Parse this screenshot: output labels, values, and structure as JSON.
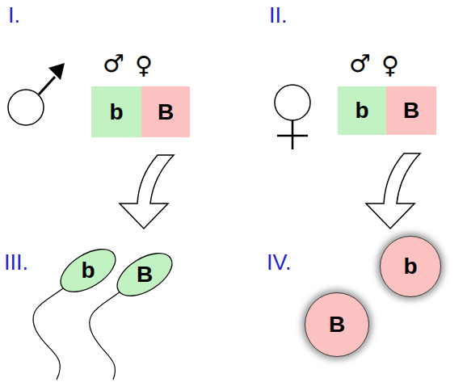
{
  "diagram": {
    "nodes": [
      {
        "text": [
          "b"
        ]
      },
      {
        "text": [
          "B"
        ]
      },
      {
        "text": [
          "b"
        ]
      },
      {
        "text": [
          "B"
        ]
      },
      {
        "text": [
          "b"
        ]
      },
      {
        "text": [
          "B"
        ]
      },
      {
        "text": [
          "b"
        ]
      },
      {
        "text": [
          "B"
        ]
      }
    ],
    "labels": [
      "I.",
      "II.",
      "III.",
      "IV.",
      "♂",
      "♀",
      "♂",
      "♀"
    ]
  }
}
